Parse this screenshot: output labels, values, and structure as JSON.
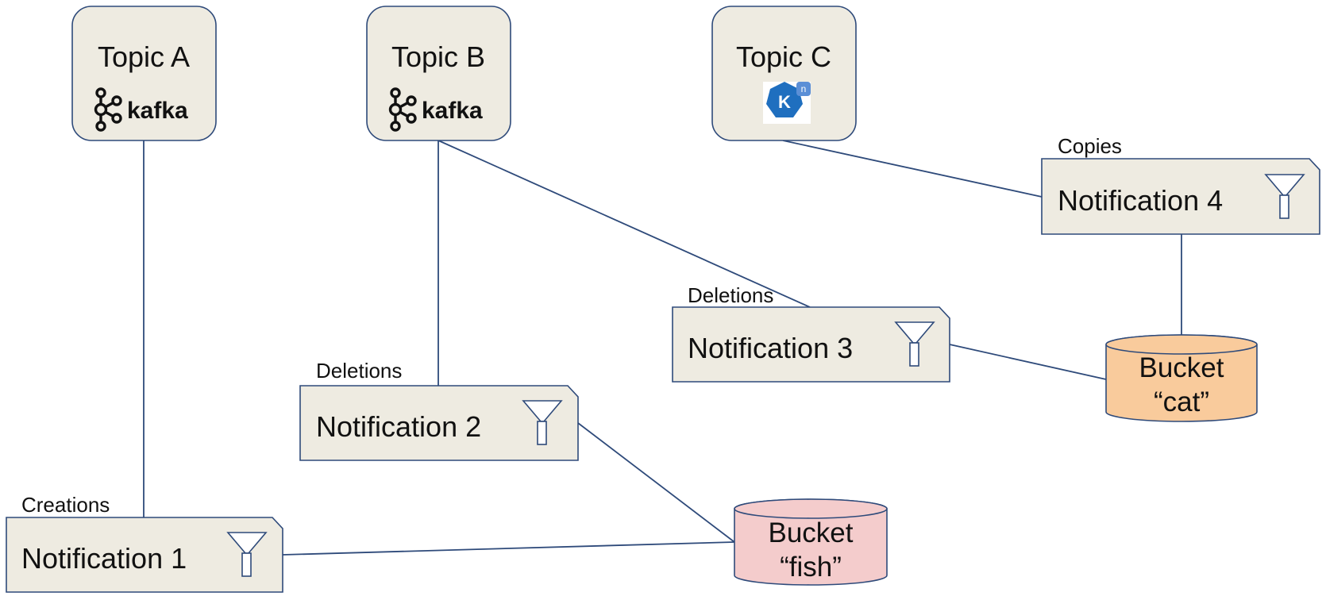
{
  "topics": [
    {
      "title": "Topic A",
      "logo": "kafka-logo",
      "logo_text": "kafka"
    },
    {
      "title": "Topic B",
      "logo": "kafka-logo",
      "logo_text": "kafka"
    },
    {
      "title": "Topic C",
      "logo": "knative-logo",
      "logo_text": "K"
    }
  ],
  "notifications": [
    {
      "title": "Notification 1",
      "filter_label": "Creations",
      "icon": "funnel-icon"
    },
    {
      "title": "Notification 2",
      "filter_label": "Deletions",
      "icon": "funnel-icon"
    },
    {
      "title": "Notification 3",
      "filter_label": "Deletions",
      "icon": "funnel-icon"
    },
    {
      "title": "Notification 4",
      "filter_label": "Copies",
      "icon": "funnel-icon"
    }
  ],
  "buckets": [
    {
      "line1": "Bucket",
      "line2": "“fish”",
      "color": "#f4cccc"
    },
    {
      "line1": "Bucket",
      "line2": "“cat”",
      "color": "#f9cb9c"
    }
  ],
  "colors": {
    "box_fill": "#eeebe1",
    "stroke": "#2e4a7a",
    "knative_blue": "#1f6fbf"
  }
}
